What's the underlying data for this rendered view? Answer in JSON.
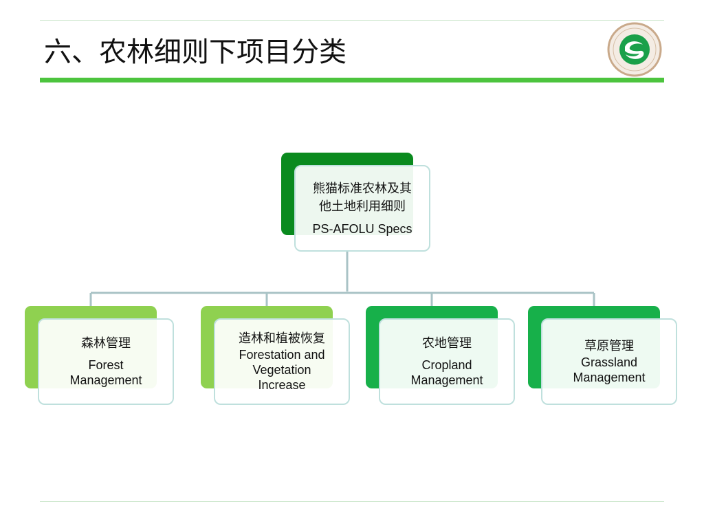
{
  "slide": {
    "title": "六、农林细则下项目分类"
  },
  "logo": {
    "icon": "organization-seal-icon",
    "colors": {
      "ring": "#c9a98a",
      "inner": "#1aa04a",
      "mark": "#ffffff"
    }
  },
  "root": {
    "zh_line1": "熊猫标准农林及其",
    "zh_line2": "他土地利用细则",
    "en": "PS-AFOLU Specs",
    "accent": "#0a8a1e"
  },
  "children": [
    {
      "zh": "森林管理",
      "en_line1": "Forest",
      "en_line2": "Management",
      "accent": "#8fd150"
    },
    {
      "zh": "造林和植被恢复",
      "en_line1": "Forestation and",
      "en_line2": "Vegetation",
      "en_line3": "Increase",
      "accent": "#8fd150"
    },
    {
      "zh": "农地管理",
      "en_line1": "Cropland",
      "en_line2": "Management",
      "accent": "#17b04a"
    },
    {
      "zh": "草原管理",
      "en_line1": "Grassland",
      "en_line2": "Management",
      "accent": "#17b04a"
    }
  ],
  "colors": {
    "title_bar": "#4cc43e",
    "connector": "#a9c3c6",
    "node_border": "#bfe0dd"
  }
}
